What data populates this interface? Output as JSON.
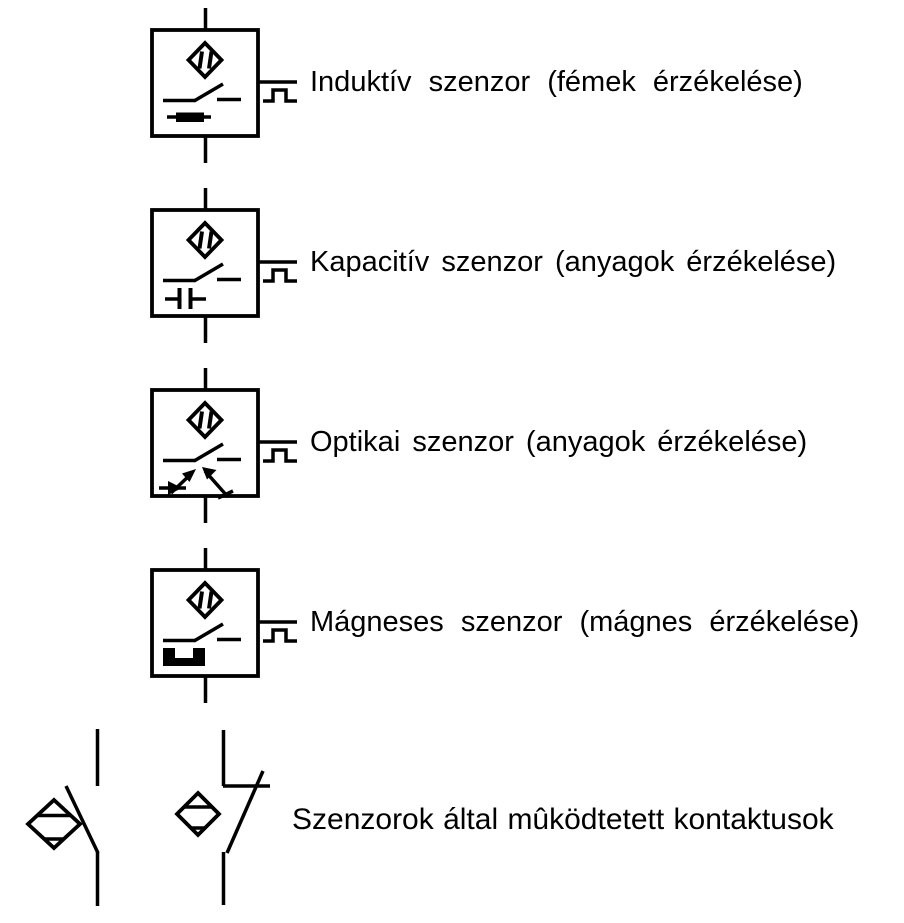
{
  "diagram": {
    "colors": {
      "background": "#ffffff",
      "line": "#000000"
    },
    "rows": [
      {
        "id": "inductive",
        "icon": "inductive-core-icon",
        "label": "Induktív szenzor (fémek érzékelése)"
      },
      {
        "id": "capacitive",
        "icon": "capacitor-icon",
        "label": "Kapacitív szenzor (anyagok érzékelése)"
      },
      {
        "id": "optical",
        "icon": "light-arrows-icon",
        "label": "Optikai szenzor (anyagok érzékelése)"
      },
      {
        "id": "magnetic",
        "icon": "magnet-icon",
        "label": "Mágneses szenzor (mágnes érzékelése)"
      }
    ],
    "contacts": {
      "label": "Szenzorok által mûködtetett kontaktusok",
      "symbols": [
        "normally-open-contact",
        "normally-closed-contact"
      ]
    }
  }
}
